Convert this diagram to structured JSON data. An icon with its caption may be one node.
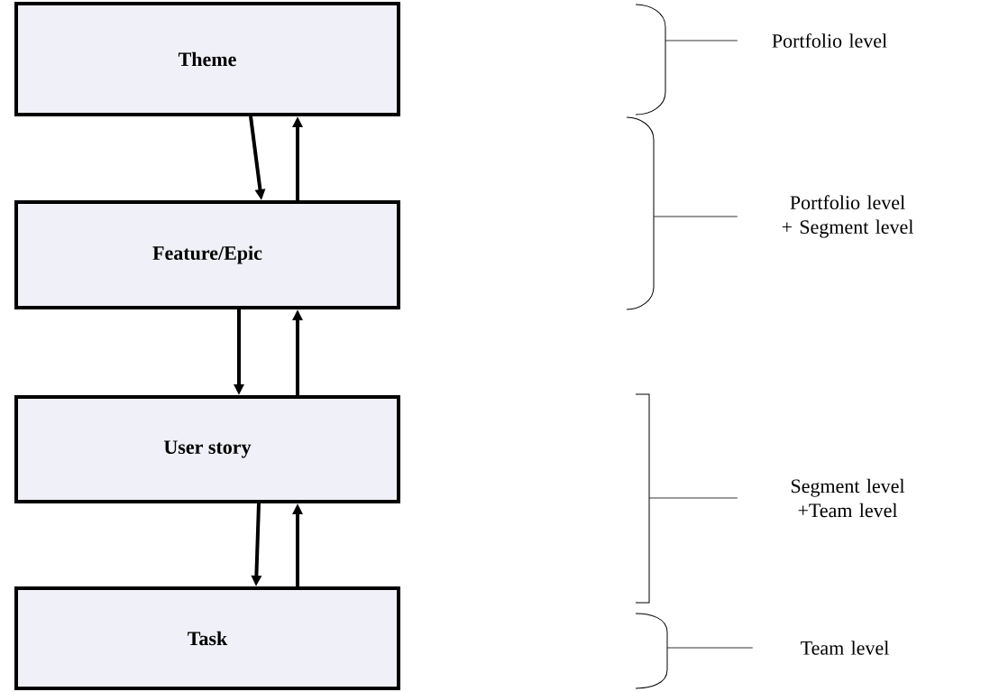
{
  "diagram": {
    "nodes": [
      {
        "text": [
          "Theme"
        ]
      },
      {
        "text": [
          "Feature/Epic"
        ]
      },
      {
        "text": [
          "User story"
        ]
      },
      {
        "text": [
          "Task"
        ]
      },
      {
        "text": [
          "Portfolio level"
        ]
      },
      {
        "text": [
          "Portfolio level + Segment level"
        ]
      },
      {
        "text": [
          "Segment level +Team level"
        ]
      },
      {
        "text": [
          "Team level"
        ]
      },
      {
        "text": [],
        "shape": "bracket"
      },
      {
        "text": [],
        "shape": "bracket"
      },
      {
        "text": [],
        "shape": "bracket"
      },
      {
        "text": [],
        "shape": "bracket"
      }
    ],
    "edges": [
      {
        "from": 0,
        "to": 1,
        "arrow": "to"
      },
      {
        "from": 1,
        "to": 0,
        "arrow": "to"
      },
      {
        "from": 1,
        "to": 2,
        "arrow": "to"
      },
      {
        "from": 2,
        "to": 1,
        "arrow": "to"
      },
      {
        "from": 2,
        "to": 3,
        "arrow": "to"
      },
      {
        "from": 3,
        "to": 2,
        "arrow": "to"
      },
      {
        "from": 4,
        "to": 8,
        "arrow": "none"
      },
      {
        "from": 5,
        "to": 9,
        "arrow": "none"
      },
      {
        "from": 6,
        "to": 10,
        "arrow": "none"
      },
      {
        "from": 7,
        "to": 11,
        "arrow": "none"
      }
    ]
  }
}
